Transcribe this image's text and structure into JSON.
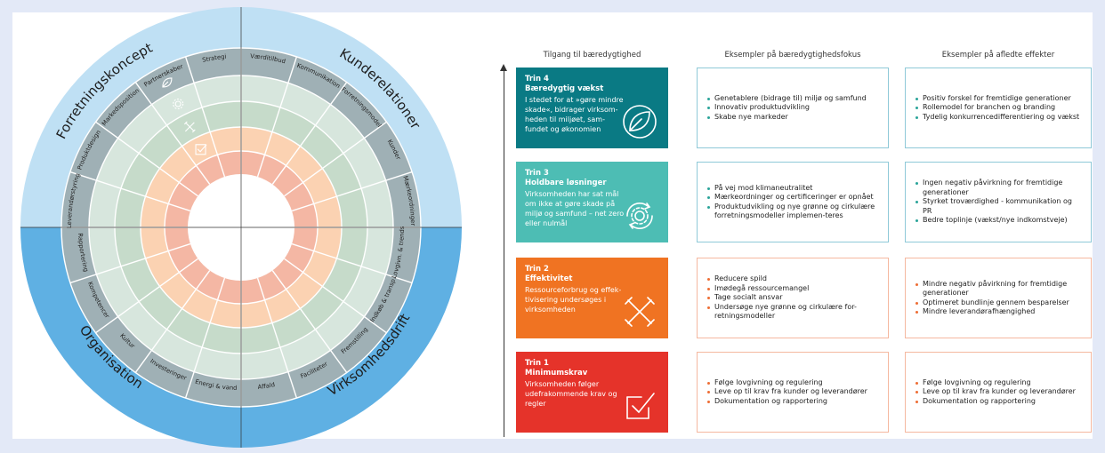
{
  "wheel": {
    "quadrant_titles": [
      "Forretningskoncept",
      "Kunderelationer",
      "Virksomhedsdrift",
      "Organisation"
    ],
    "segments": [
      "Værditilbud",
      "Kommunikation",
      "Forretningsmodel",
      "Kunder",
      "Mærkeordninger",
      "Lovgivn. & trends",
      "Indkøb & transp.",
      "Fremstilling",
      "Faciliteter",
      "Affald",
      "Energi & vand",
      "Investeringer",
      "Kultur",
      "Kompetencer",
      "Rapportering",
      "Leverandørstyring",
      "Produktdesign",
      "Markedsposition",
      "Partnerskaber",
      "Strategi"
    ]
  },
  "columns": {
    "approach": "Tilgang til bæredygtighed",
    "focus": "Eksempler på bæredygtighedsfokus",
    "effects": "Eksempler på afledte effekter"
  },
  "steps": [
    {
      "title": "Trin 4",
      "subtitle": "Bæredygtig vækst",
      "description": "I stedet for at »gøre mindre skade«, bidrager virksom-heden til miljøet, sam-fundet og økonomien",
      "color": "#0a7a84",
      "icon": "leaf-icon",
      "focus": [
        "Genetablere (bidrage til) miljø og samfund",
        "Innovativ produktudvikling",
        "Skabe nye markeder"
      ],
      "effects": [
        "Positiv forskel for fremtidige generationer",
        "Rollemodel for branchen og branding",
        "Tydelig konkurrencedifferentiering og vækst"
      ]
    },
    {
      "title": "Trin 3",
      "subtitle": "Holdbare løsninger",
      "description": "Virksomheden har sat mål om ikke at gøre skade på miljø og samfund – net zero eller nulmål",
      "color": "#4dbdb4",
      "icon": "gear-cycle-icon",
      "focus": [
        "På vej mod klimaneutralitet",
        "Mærkeordninger og certificeringer er opnået",
        "Produktudvikling og nye grønne og cirkulære forretningsmodeller implemen-teres"
      ],
      "effects": [
        "Ingen negativ påvirkning for fremtidige generationer",
        "Styrket troværdighed - kommunikation og PR",
        "Bedre toplinje (vækst/nye indkomstveje)"
      ]
    },
    {
      "title": "Trin 2",
      "subtitle": "Effektivitet",
      "description": "Ressourceforbrug og effek-tivisering undersøges i virksomheden",
      "color": "#f07322",
      "icon": "tools-icon",
      "focus": [
        "Reducere spild",
        "Imødegå ressourcemangel",
        "Tage socialt ansvar",
        "Undersøge nye grønne og cirkulære for-retningsmodeller"
      ],
      "effects": [
        "Mindre negativ påvirkning for fremtidige generationer",
        "Optimeret bundlinje gennem besparelser",
        "Mindre leverandørafhængighed"
      ]
    },
    {
      "title": "Trin 1",
      "subtitle": "Minimumskrav",
      "description": "Virksomheden følger udefrakommende krav og regler",
      "color": "#e5332a",
      "icon": "checkbox-icon",
      "focus": [
        "Følge lovgivning og regulering",
        "Leve op til krav fra kunder og leverandører",
        "Dokumentation og rapportering"
      ],
      "effects": [
        "Følge lovgivning og regulering",
        "Leve op til krav fra kunder og leverandører",
        "Dokumentation og rapportering"
      ]
    }
  ]
}
